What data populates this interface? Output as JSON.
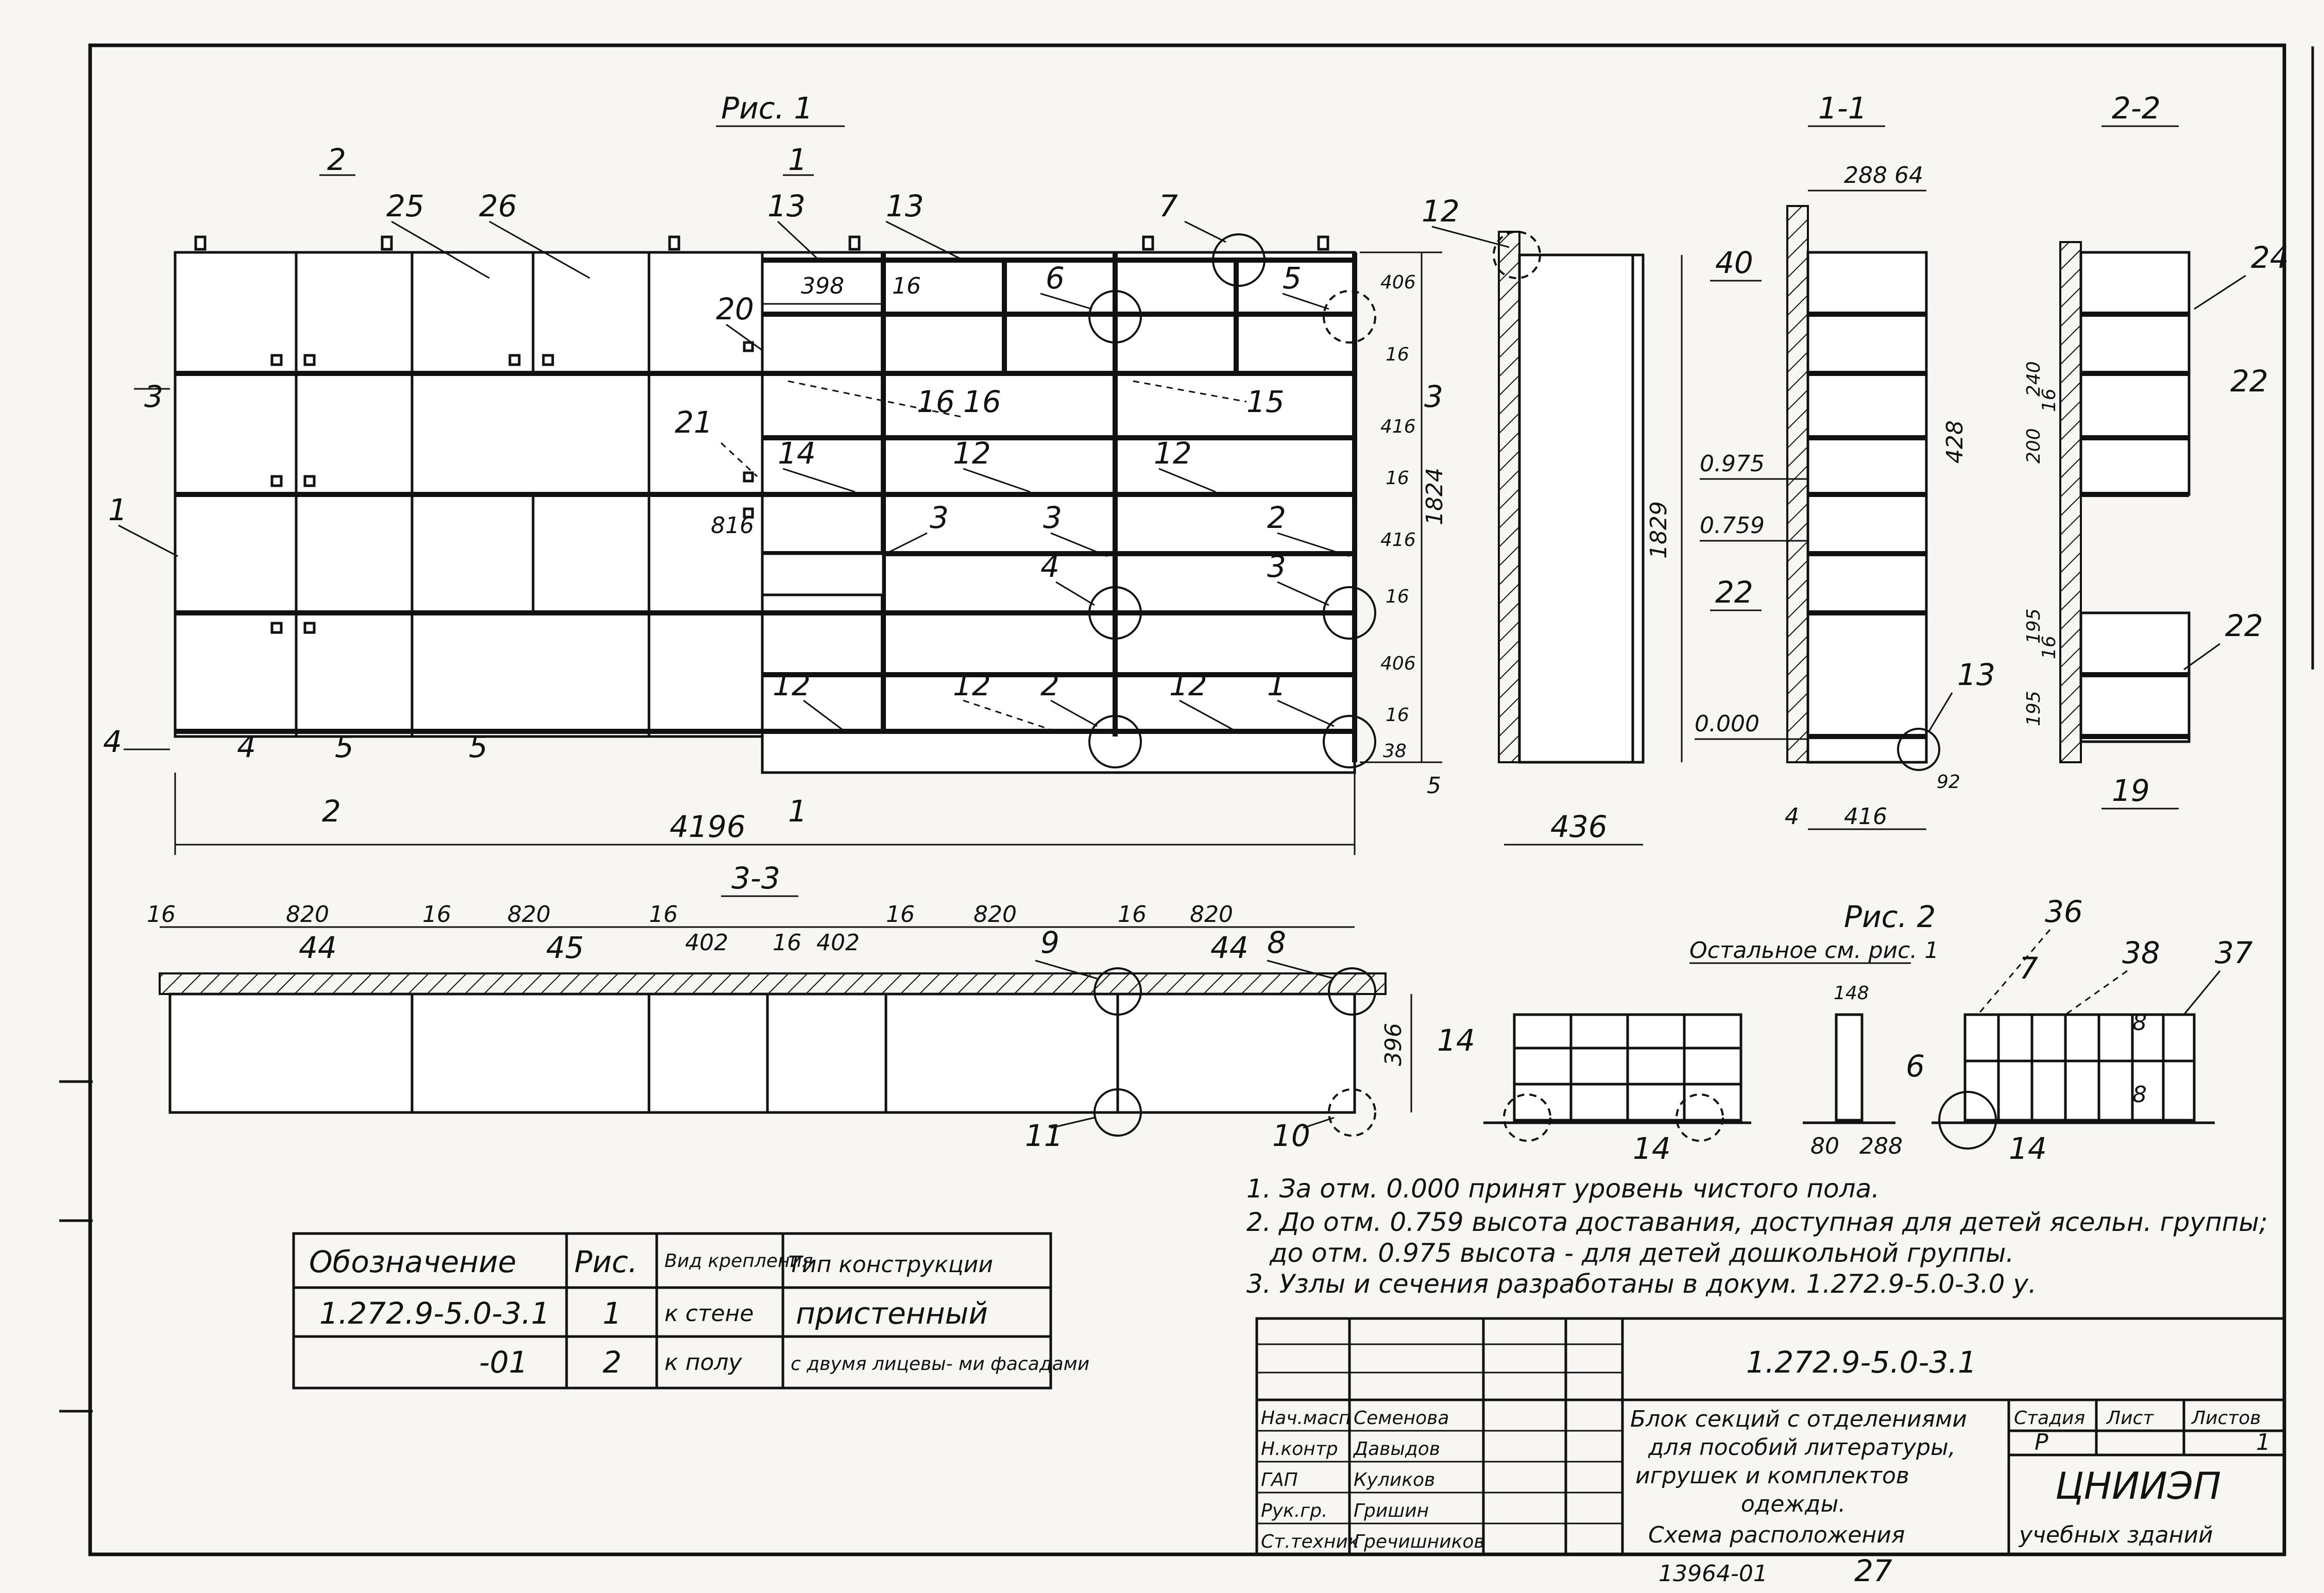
{
  "figure_titles": {
    "fig1": "Рис. 1",
    "sec11": "1-1",
    "sec22": "2-2",
    "sec33": "3-3",
    "fig2": "Рис. 2",
    "fig2_sub": "Остальное см. рис. 1"
  },
  "front_view": {
    "callouts": [
      "2",
      "25",
      "26",
      "1",
      "13",
      "13",
      "7",
      "12",
      "20",
      "6",
      "5",
      "21",
      "14",
      "12",
      "12",
      "3",
      "3",
      "2",
      "4",
      "3",
      "12",
      "12",
      "2",
      "12",
      "1",
      "15",
      "16",
      "16",
      "398",
      "3",
      "1",
      "4",
      "4",
      "5",
      "5",
      "2",
      "1"
    ],
    "dim_total": "4196",
    "dim_816": "816",
    "right_dims": [
      "406",
      "16",
      "416",
      "16",
      "416",
      "16",
      "406",
      "16",
      "38"
    ],
    "height_dim": "1824",
    "right_marker": "3",
    "bottom_five": "5"
  },
  "side_view": {
    "height": "1829",
    "depth": "436",
    "label_12": "12"
  },
  "section_11": {
    "dims_top": "288 64",
    "label_40": "40",
    "label_428": "428",
    "label_22": "22",
    "level_0975": "0.975",
    "level_0759": "0.759",
    "level_0000": "0.000",
    "label_13": "13",
    "dim_416": "416",
    "dim_4": "4",
    "dim_92": "92"
  },
  "section_22": {
    "labels": [
      "24",
      "22",
      "22",
      "19"
    ],
    "dims": [
      "200",
      "240",
      "16",
      "195",
      "16",
      "195"
    ]
  },
  "plan_33": {
    "dims": [
      "16",
      "820",
      "16",
      "820",
      "16",
      "402",
      "16",
      "402",
      "16",
      "820",
      "16",
      "820"
    ],
    "labels": [
      "44",
      "45",
      "9",
      "44",
      "8",
      "11",
      "10"
    ],
    "depth": "396"
  },
  "fig2": {
    "labels": [
      "14",
      "14",
      "148",
      "80",
      "288",
      "36",
      "38",
      "37",
      "7",
      "6",
      "8",
      "8",
      "14"
    ]
  },
  "notes": [
    "1. За отм. 0.000 принят уровень чистого пола.",
    "2. До отм. 0.759 высота доставания, доступная для детей ясельн. группы;",
    "до отм. 0.975 высота - для детей дошкольной группы.",
    "3. Узлы и сечения разработаны в докум. 1.272.9-5.0-3.0 у."
  ],
  "designation_table": {
    "headers": [
      "Обозначение",
      "Рис.",
      "Вид крепления",
      "Тип конструкции"
    ],
    "rows": [
      [
        "1.272.9-5.0-3.1",
        "1",
        "к стене",
        "пристенный"
      ],
      [
        "-01",
        "2",
        "к полу",
        "с двумя лицевы- ми фасадами"
      ]
    ]
  },
  "title_block": {
    "code": "1.272.9-5.0-3.1",
    "staff": [
      {
        "role": "Нач.масп",
        "name": "Семенова"
      },
      {
        "role": "Н.контр",
        "name": "Давыдов"
      },
      {
        "role": "ГАП",
        "name": "Куликов"
      },
      {
        "role": "Рук.гр.",
        "name": "Гришин"
      },
      {
        "role": "Ст.техник",
        "name": "Гречишников"
      }
    ],
    "title": [
      "Блок секций с отделениями",
      "для пособий литературы,",
      "игрушек и комплектов",
      "одежды.",
      "Схема расположения"
    ],
    "stage_h": "Стадия",
    "sheet_h": "Лист",
    "sheets_h": "Листов",
    "stage": "Р",
    "sheets": "1",
    "org": "ЦНИИЭП",
    "org2": "учебных зданий"
  },
  "footer": {
    "num": "13964-01",
    "page": "27"
  }
}
